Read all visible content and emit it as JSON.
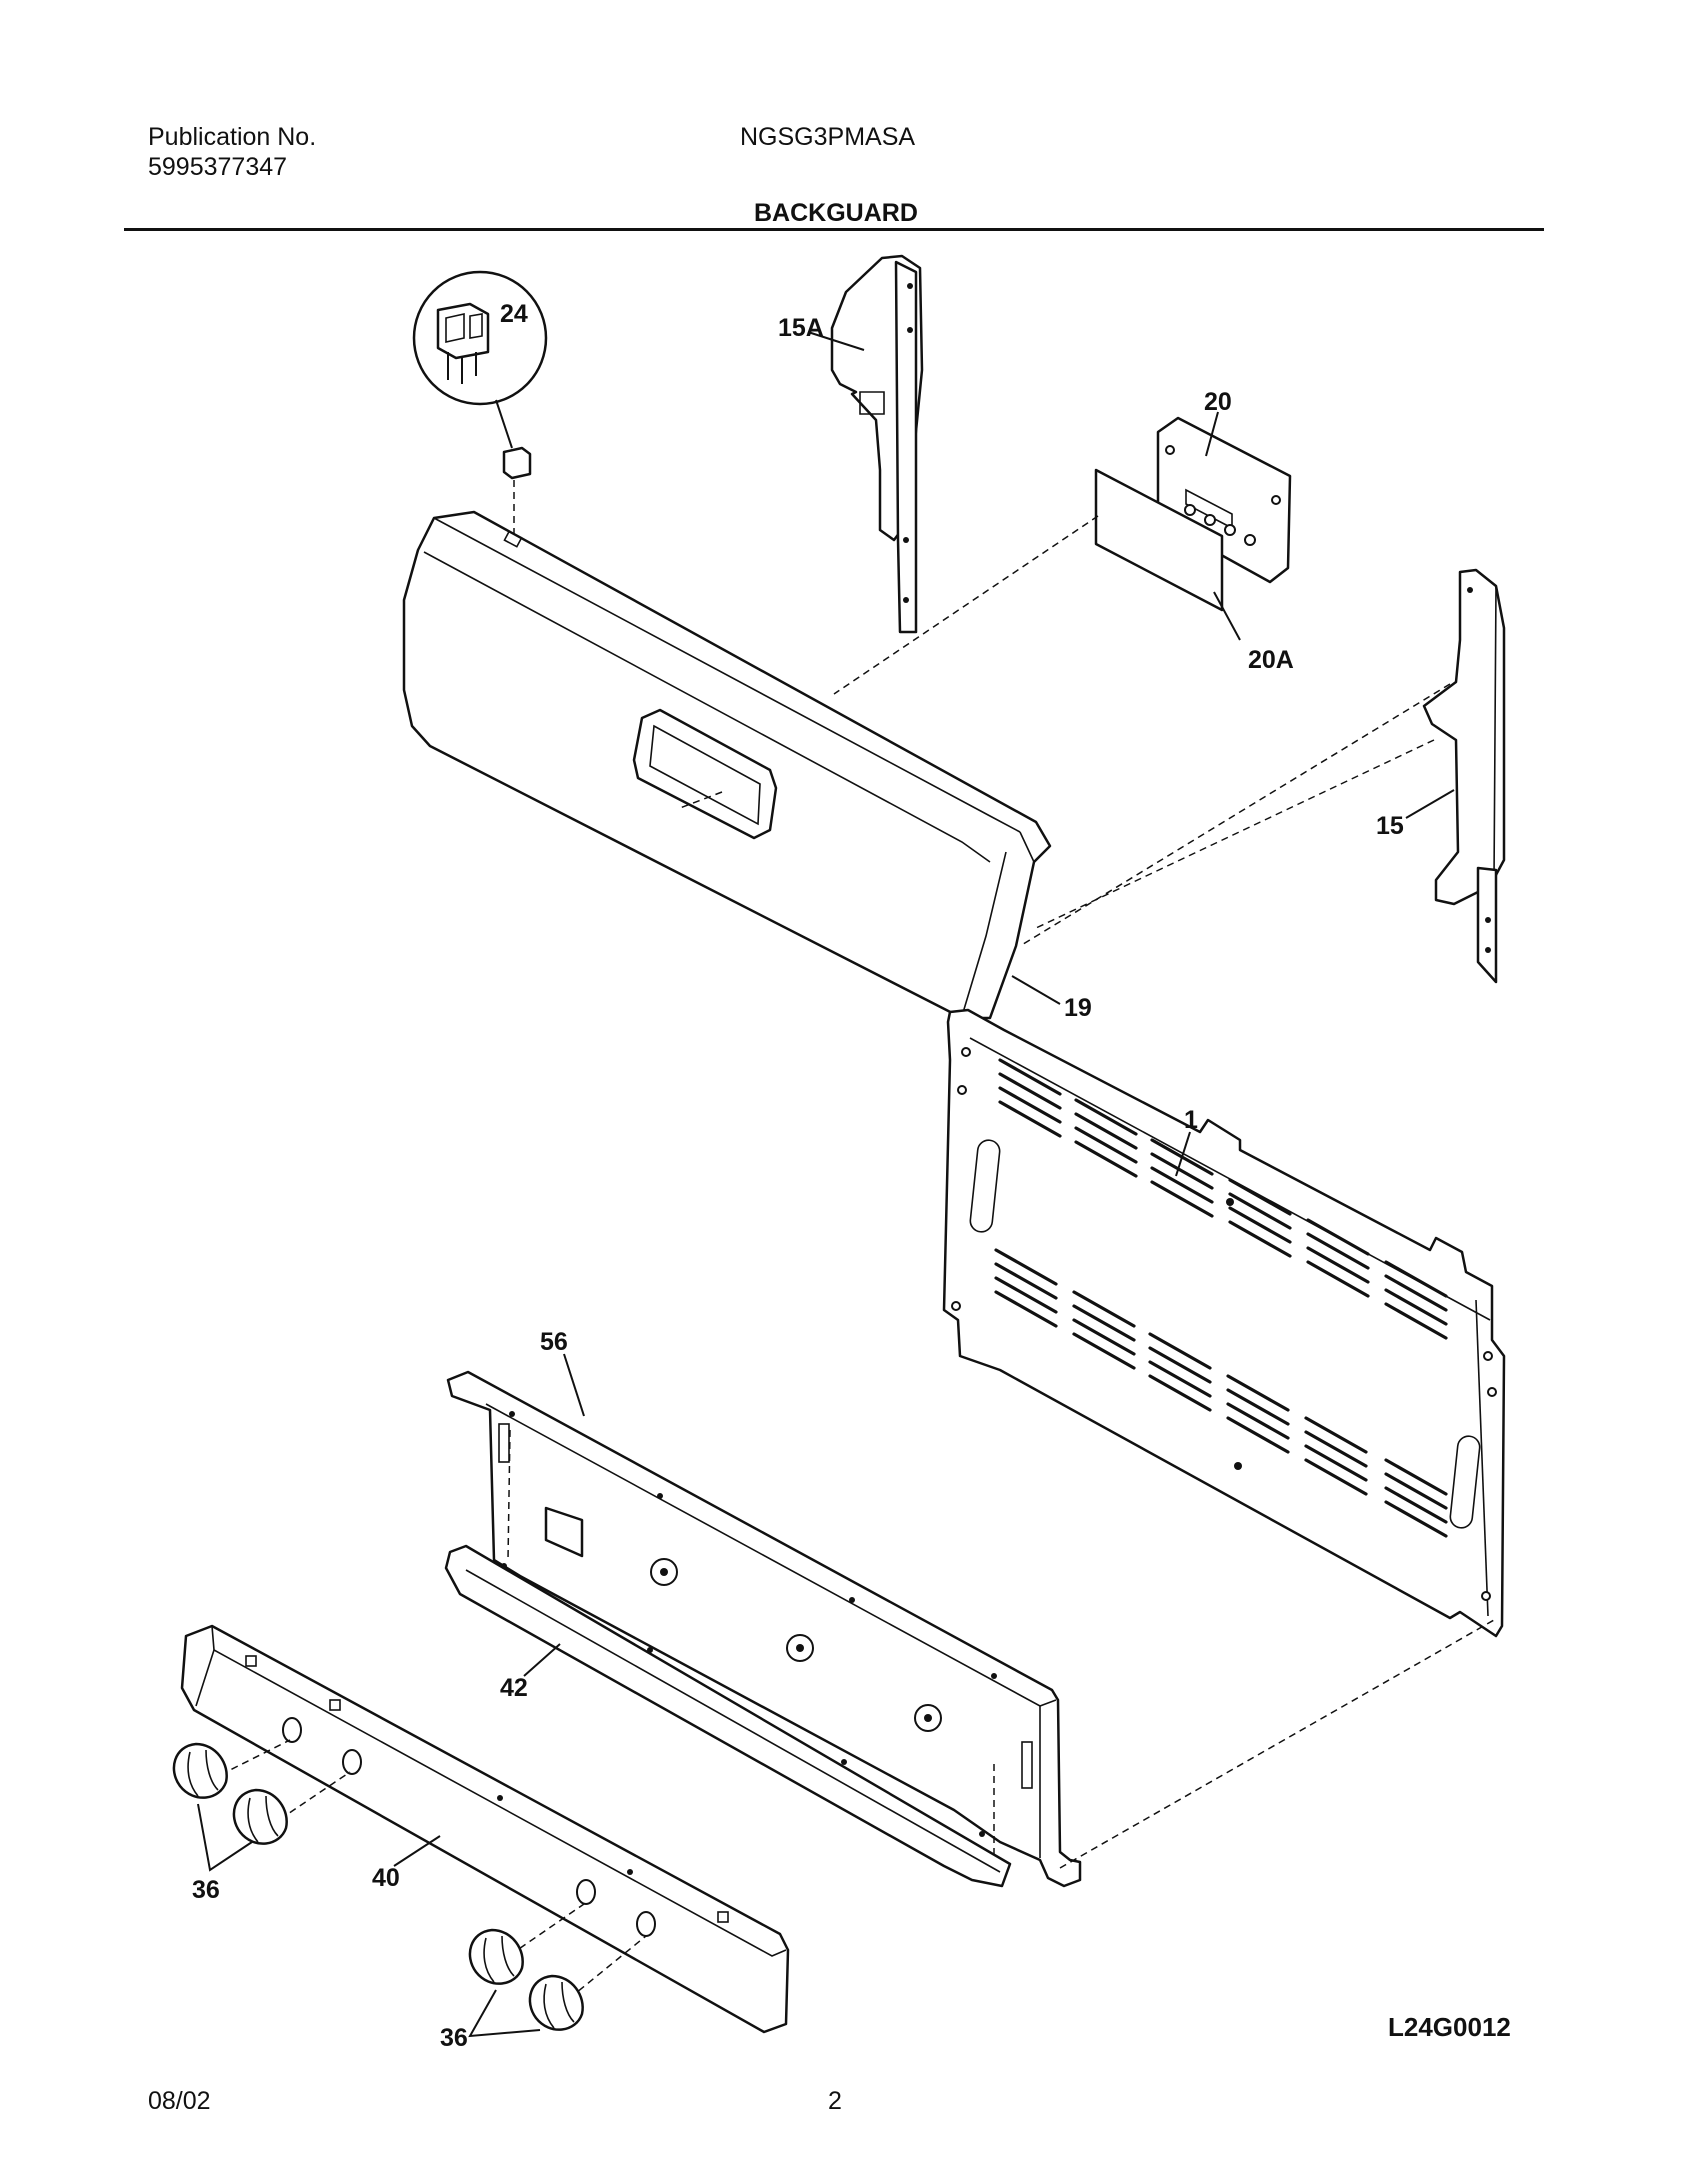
{
  "header": {
    "publication_label": "Publication No.",
    "publication_number": "5995377347",
    "model": "NGSG3PMASA",
    "section_title": "BACKGUARD"
  },
  "footer": {
    "date": "08/02",
    "page_number": "2"
  },
  "diagram": {
    "drawing_code": "L24G0012",
    "callouts": {
      "switch": "24",
      "end_cap_left": "15A",
      "clock_timer": "20",
      "overlay": "20A",
      "end_cap_right": "15",
      "backguard_trim": "19",
      "rear_panel": "1",
      "control_panel": "56",
      "trim_strip": "42",
      "manifold_panel": "40",
      "knobs_left": "36",
      "knobs_right": "36"
    }
  }
}
